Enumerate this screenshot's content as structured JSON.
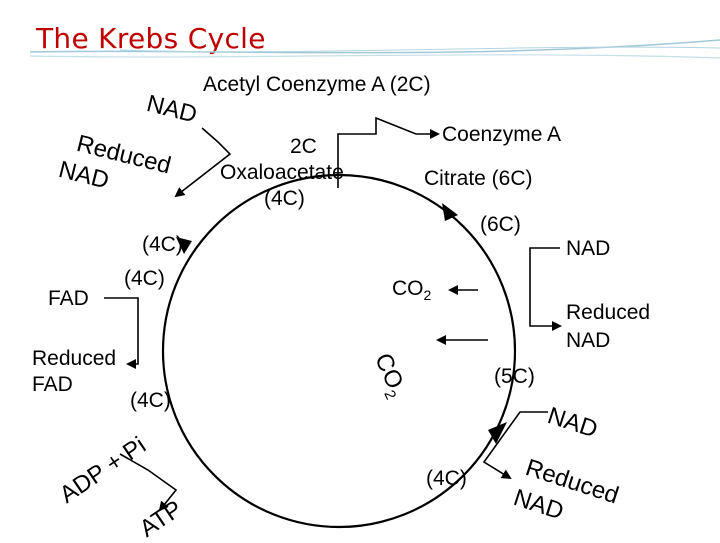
{
  "title": "The Krebs Cycle",
  "labels": {
    "acetyl_coa": "Acetyl Coenzyme A (2C)",
    "nad_top_left": "NAD",
    "reduced_nad_top_left_line1": "Reduced",
    "reduced_nad_top_left_line2": "NAD",
    "two_c": "2C",
    "oxaloacetate": "Oxaloacetate",
    "oxaloacetate_4c": "(4C)",
    "coenzyme_a": "Coenzyme A",
    "citrate": "Citrate (6C)",
    "six_c": "(6C)",
    "nad_right": "NAD",
    "co2_upper": "CO",
    "co2_upper_sub": "2",
    "reduced_nad_right_line1": "Reduced",
    "reduced_nad_right_line2": "NAD",
    "four_c_upper": "(4C)",
    "four_c_mid": "(4C)",
    "fad": "FAD",
    "reduced_fad_line1": "Reduced",
    "reduced_fad_line2": "FAD",
    "four_c_lower": "(4C)",
    "co2_lower": "CO",
    "co2_lower_sub": "2",
    "five_c": "(5C)",
    "nad_bottom_right": "NAD",
    "reduced_nad_bottom_line1": "Reduced",
    "reduced_nad_bottom_line2": "NAD",
    "adp_pi": "ADP + Pi",
    "atp": "ATP",
    "four_c_bottom": "(4C)"
  },
  "colors": {
    "title": "#c00000",
    "lines": "#000000"
  }
}
